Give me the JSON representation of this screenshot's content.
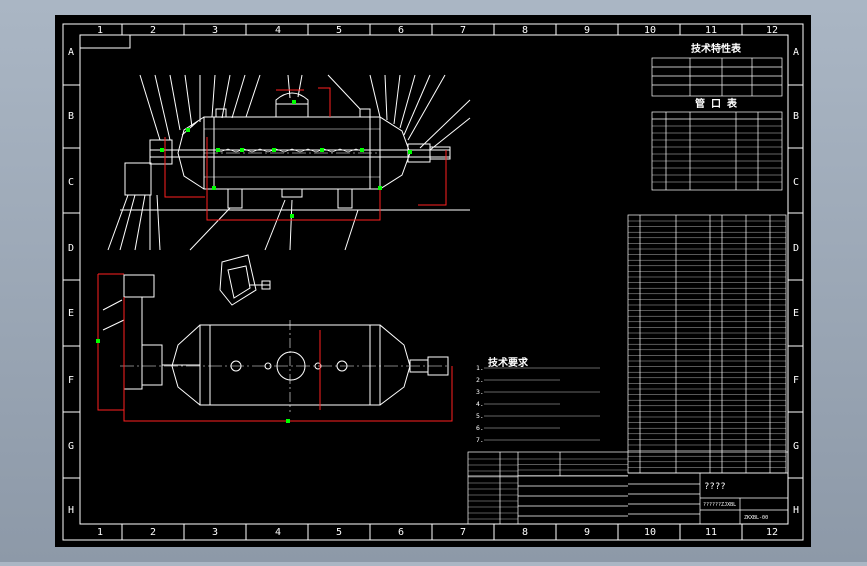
{
  "drawing": {
    "column_labels": [
      "1",
      "2",
      "3",
      "4",
      "5",
      "6",
      "7",
      "8",
      "9",
      "10",
      "11",
      "12"
    ],
    "row_labels": [
      "A",
      "B",
      "C",
      "D",
      "E",
      "F",
      "G",
      "H"
    ],
    "technical_table_title": "技术特性表",
    "nozzle_table_title": "管 口 表",
    "tech_requirements_title": "技术要求",
    "title_block_name": "????",
    "title_block_code": "??????ZJXBL",
    "drawing_number": "ZKXBL-00"
  },
  "tech_requirements": [
    "1.",
    "2.",
    "3.",
    "4.",
    "5.",
    "6.",
    "7."
  ],
  "colors": {
    "background": "#000000",
    "line": "#ffffff",
    "hidden": "#ff0000",
    "marker": "#00ff00",
    "window": "#8d99a8"
  }
}
